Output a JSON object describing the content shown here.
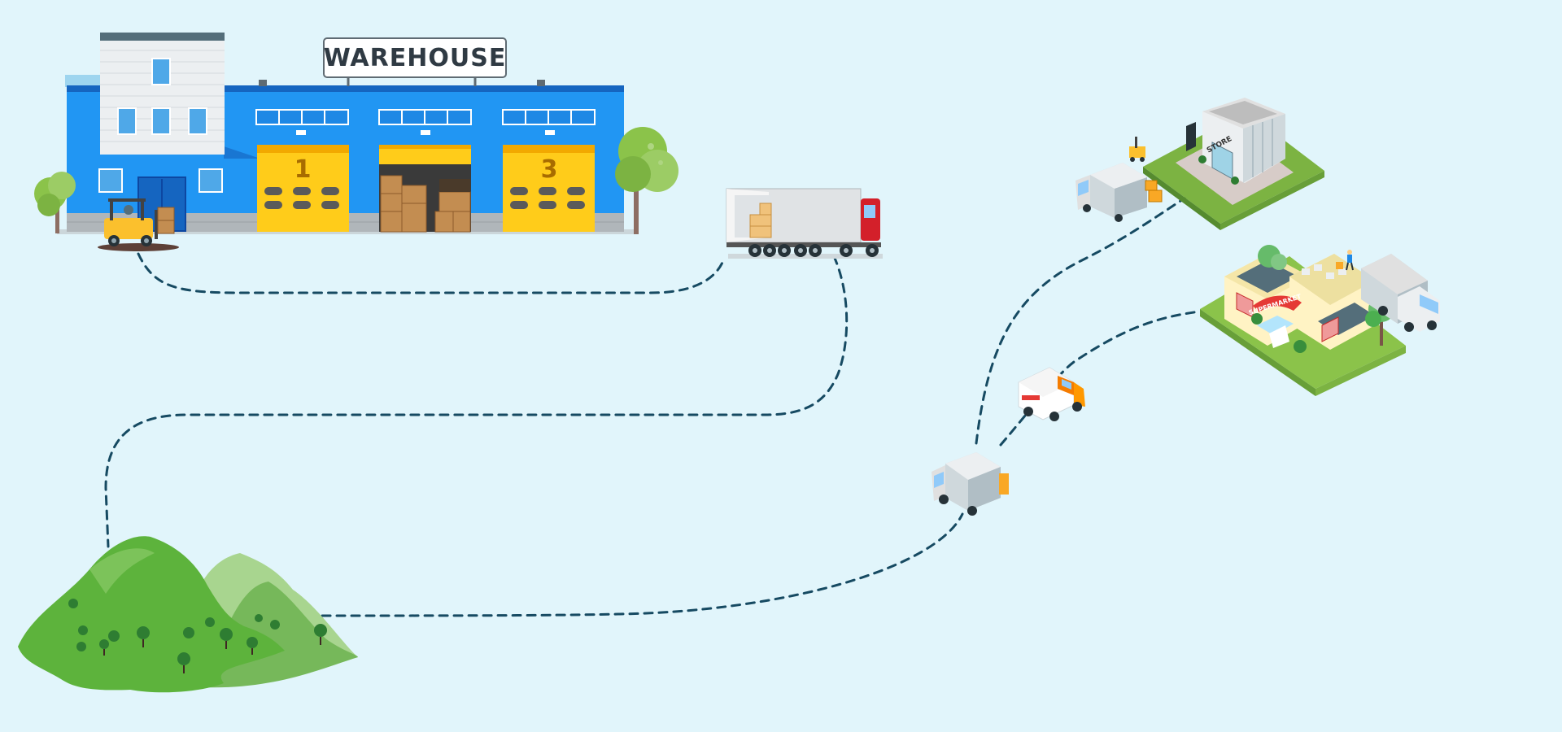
{
  "warehouse": {
    "sign": "WAREHOUSE",
    "door_labels": [
      "1",
      "3"
    ]
  },
  "store": {
    "label": "STORE"
  },
  "supermarket": {
    "label": "SUPERMARKET"
  },
  "colors": {
    "background": "#e1f5fb",
    "route_line": "#164a62",
    "warehouse_blue": "#2196f3",
    "door_yellow": "#ffcc1a",
    "hill_green": "#5db33c",
    "truck_cab_red": "#d3202a"
  },
  "icons": [
    "warehouse-building",
    "forklift-icon",
    "semi-truck-icon",
    "farm-hill-icon",
    "delivery-van-icon",
    "box-truck-icon",
    "store-building-icon",
    "supermarket-building-icon",
    "tree-icon",
    "worker-icon"
  ]
}
